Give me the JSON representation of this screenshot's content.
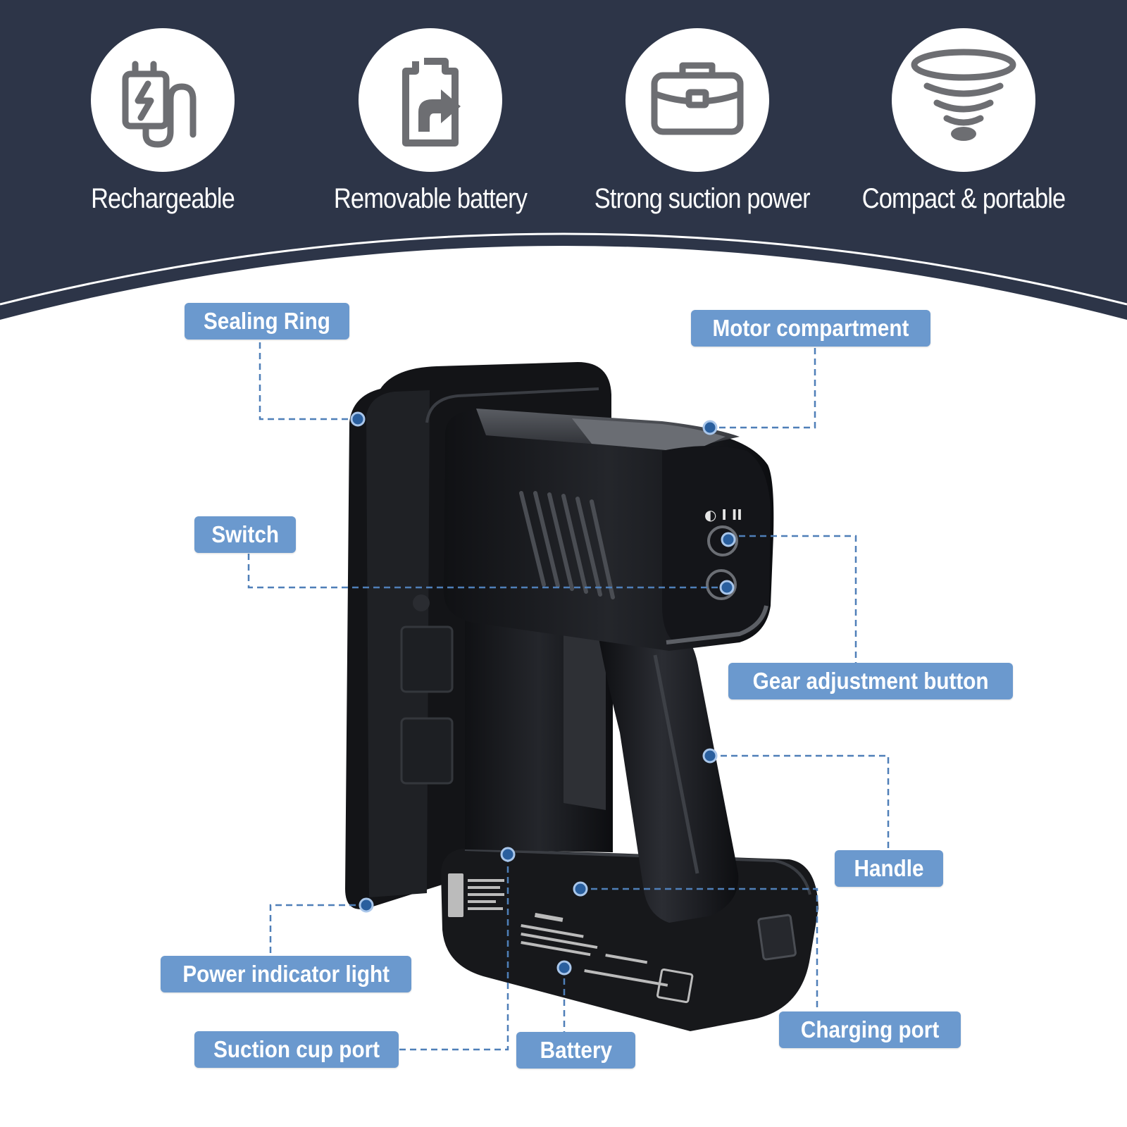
{
  "colors": {
    "banner": "#2d3548",
    "icon": "#6d6e72",
    "callout": "#6b99ce",
    "leader": "#4f7fb8",
    "device": "#151619"
  },
  "features": [
    {
      "label": "Rechargeable",
      "icon": "battery-plug-icon"
    },
    {
      "label": "Removable battery",
      "icon": "battery-swap-icon"
    },
    {
      "label": "Strong suction power",
      "icon": "briefcase-icon"
    },
    {
      "label": "Compact & portable",
      "icon": "cyclone-icon"
    }
  ],
  "callouts": {
    "sealing_ring": "Sealing Ring",
    "motor_compartment": "Motor compartment",
    "switch": "Switch",
    "gear_adjustment_button": "Gear adjustment button",
    "handle": "Handle",
    "power_indicator_light": "Power indicator light",
    "suction_cup_port": "Suction cup port",
    "battery": "Battery",
    "charging_port": "Charging port"
  }
}
